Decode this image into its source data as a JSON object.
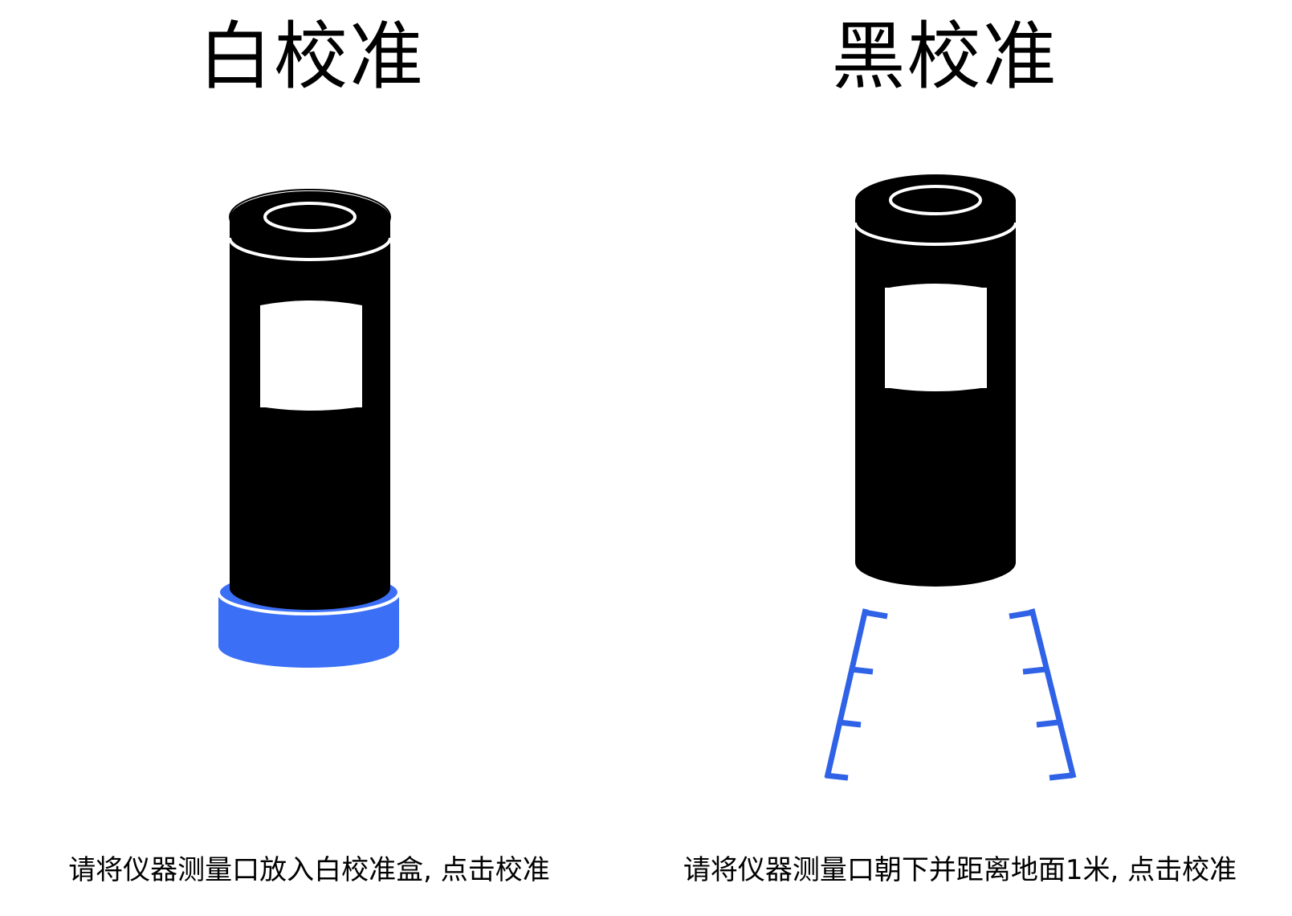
{
  "white_calibration": {
    "title": "白校准",
    "instruction": "请将仪器测量口放入白校准盒, 点击校准"
  },
  "black_calibration": {
    "title": "黑校准",
    "instruction": "请将仪器测量口朝下并距离地面1米, 点击校准"
  },
  "colors": {
    "device": "#000000",
    "accent": "#3b6ff5",
    "highlight": "#ffffff"
  },
  "icons": {
    "white_panel": [
      "instrument-icon",
      "white-calibration-box-icon"
    ],
    "black_panel": [
      "instrument-icon",
      "distance-ruler-icon"
    ]
  }
}
